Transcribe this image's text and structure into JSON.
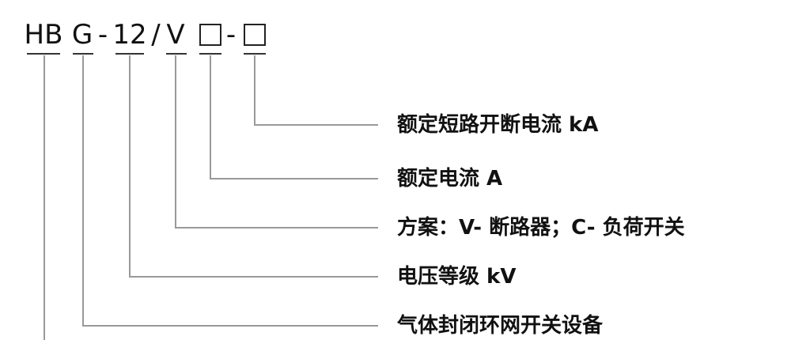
{
  "model_code": {
    "prefix": "HB",
    "type": "G",
    "sep1": "-",
    "voltage": "12",
    "slash": "/",
    "scheme": "V",
    "sep2": "-"
  },
  "labels": [
    "额定短路开断电流 kA",
    "额定电流 A",
    "方案：V- 断路器；C- 负荷开关",
    "电压等级 kV",
    "气体封闭环网开关设备"
  ],
  "colors": {
    "text": "#111111",
    "leader_line": "#999999",
    "underline": "#333333"
  }
}
